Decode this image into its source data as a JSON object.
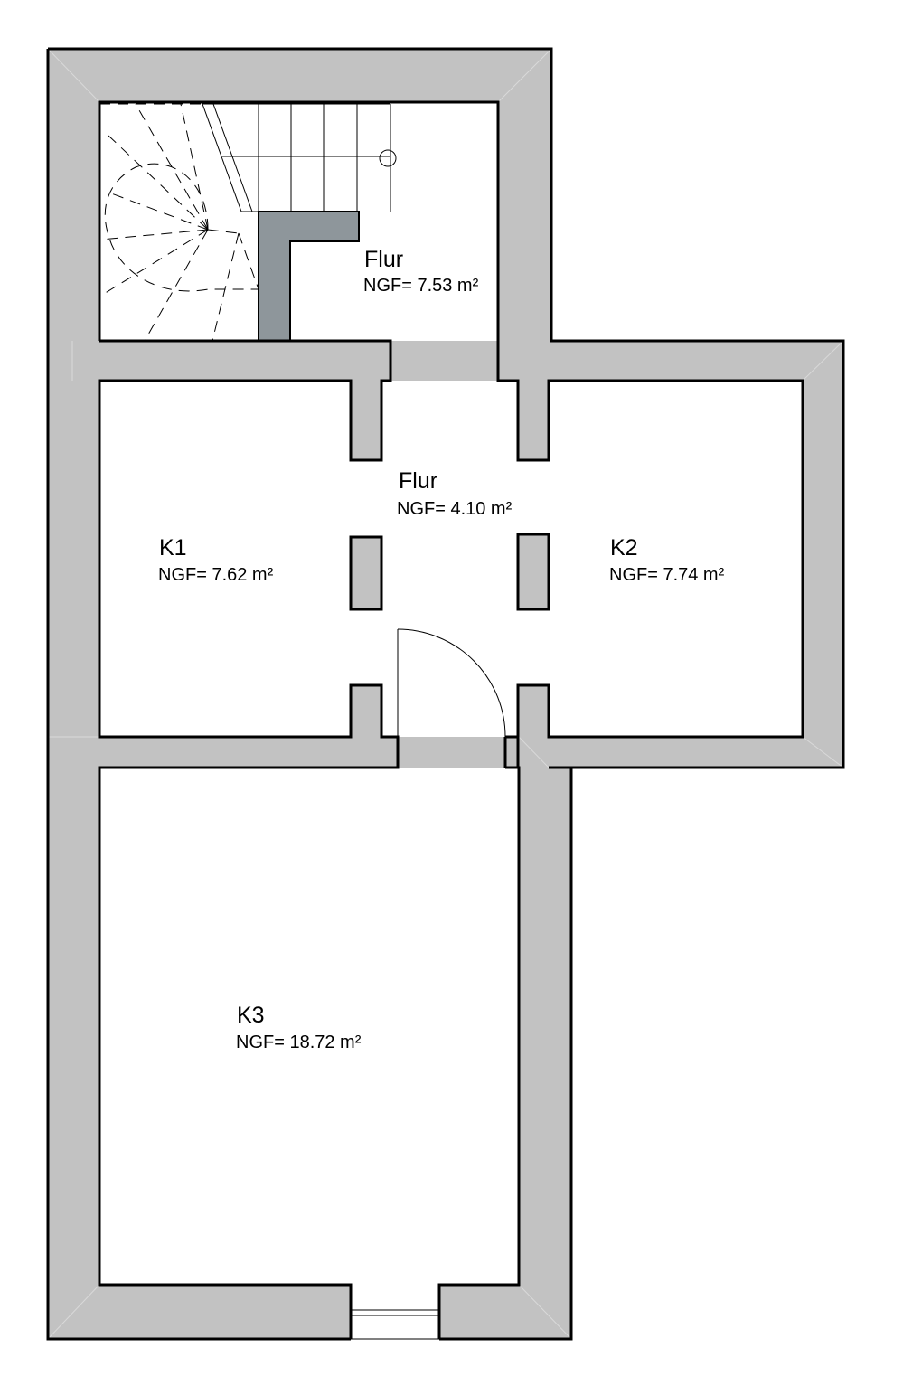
{
  "rooms": [
    {
      "id": "flur-upper",
      "name": "Flur",
      "area": "NGF= 7.53 m²"
    },
    {
      "id": "flur-middle",
      "name": "Flur",
      "area": "NGF= 4.10 m²"
    },
    {
      "id": "k1",
      "name": "K1",
      "area": "NGF= 7.62 m²"
    },
    {
      "id": "k2",
      "name": "K2",
      "area": "NGF= 7.74 m²"
    },
    {
      "id": "k3",
      "name": "K3",
      "area": "NGF= 18.72 m²"
    }
  ],
  "colors": {
    "wall": "#c2c2c2",
    "stair_wall": "#8e969b",
    "line": "#000000"
  }
}
